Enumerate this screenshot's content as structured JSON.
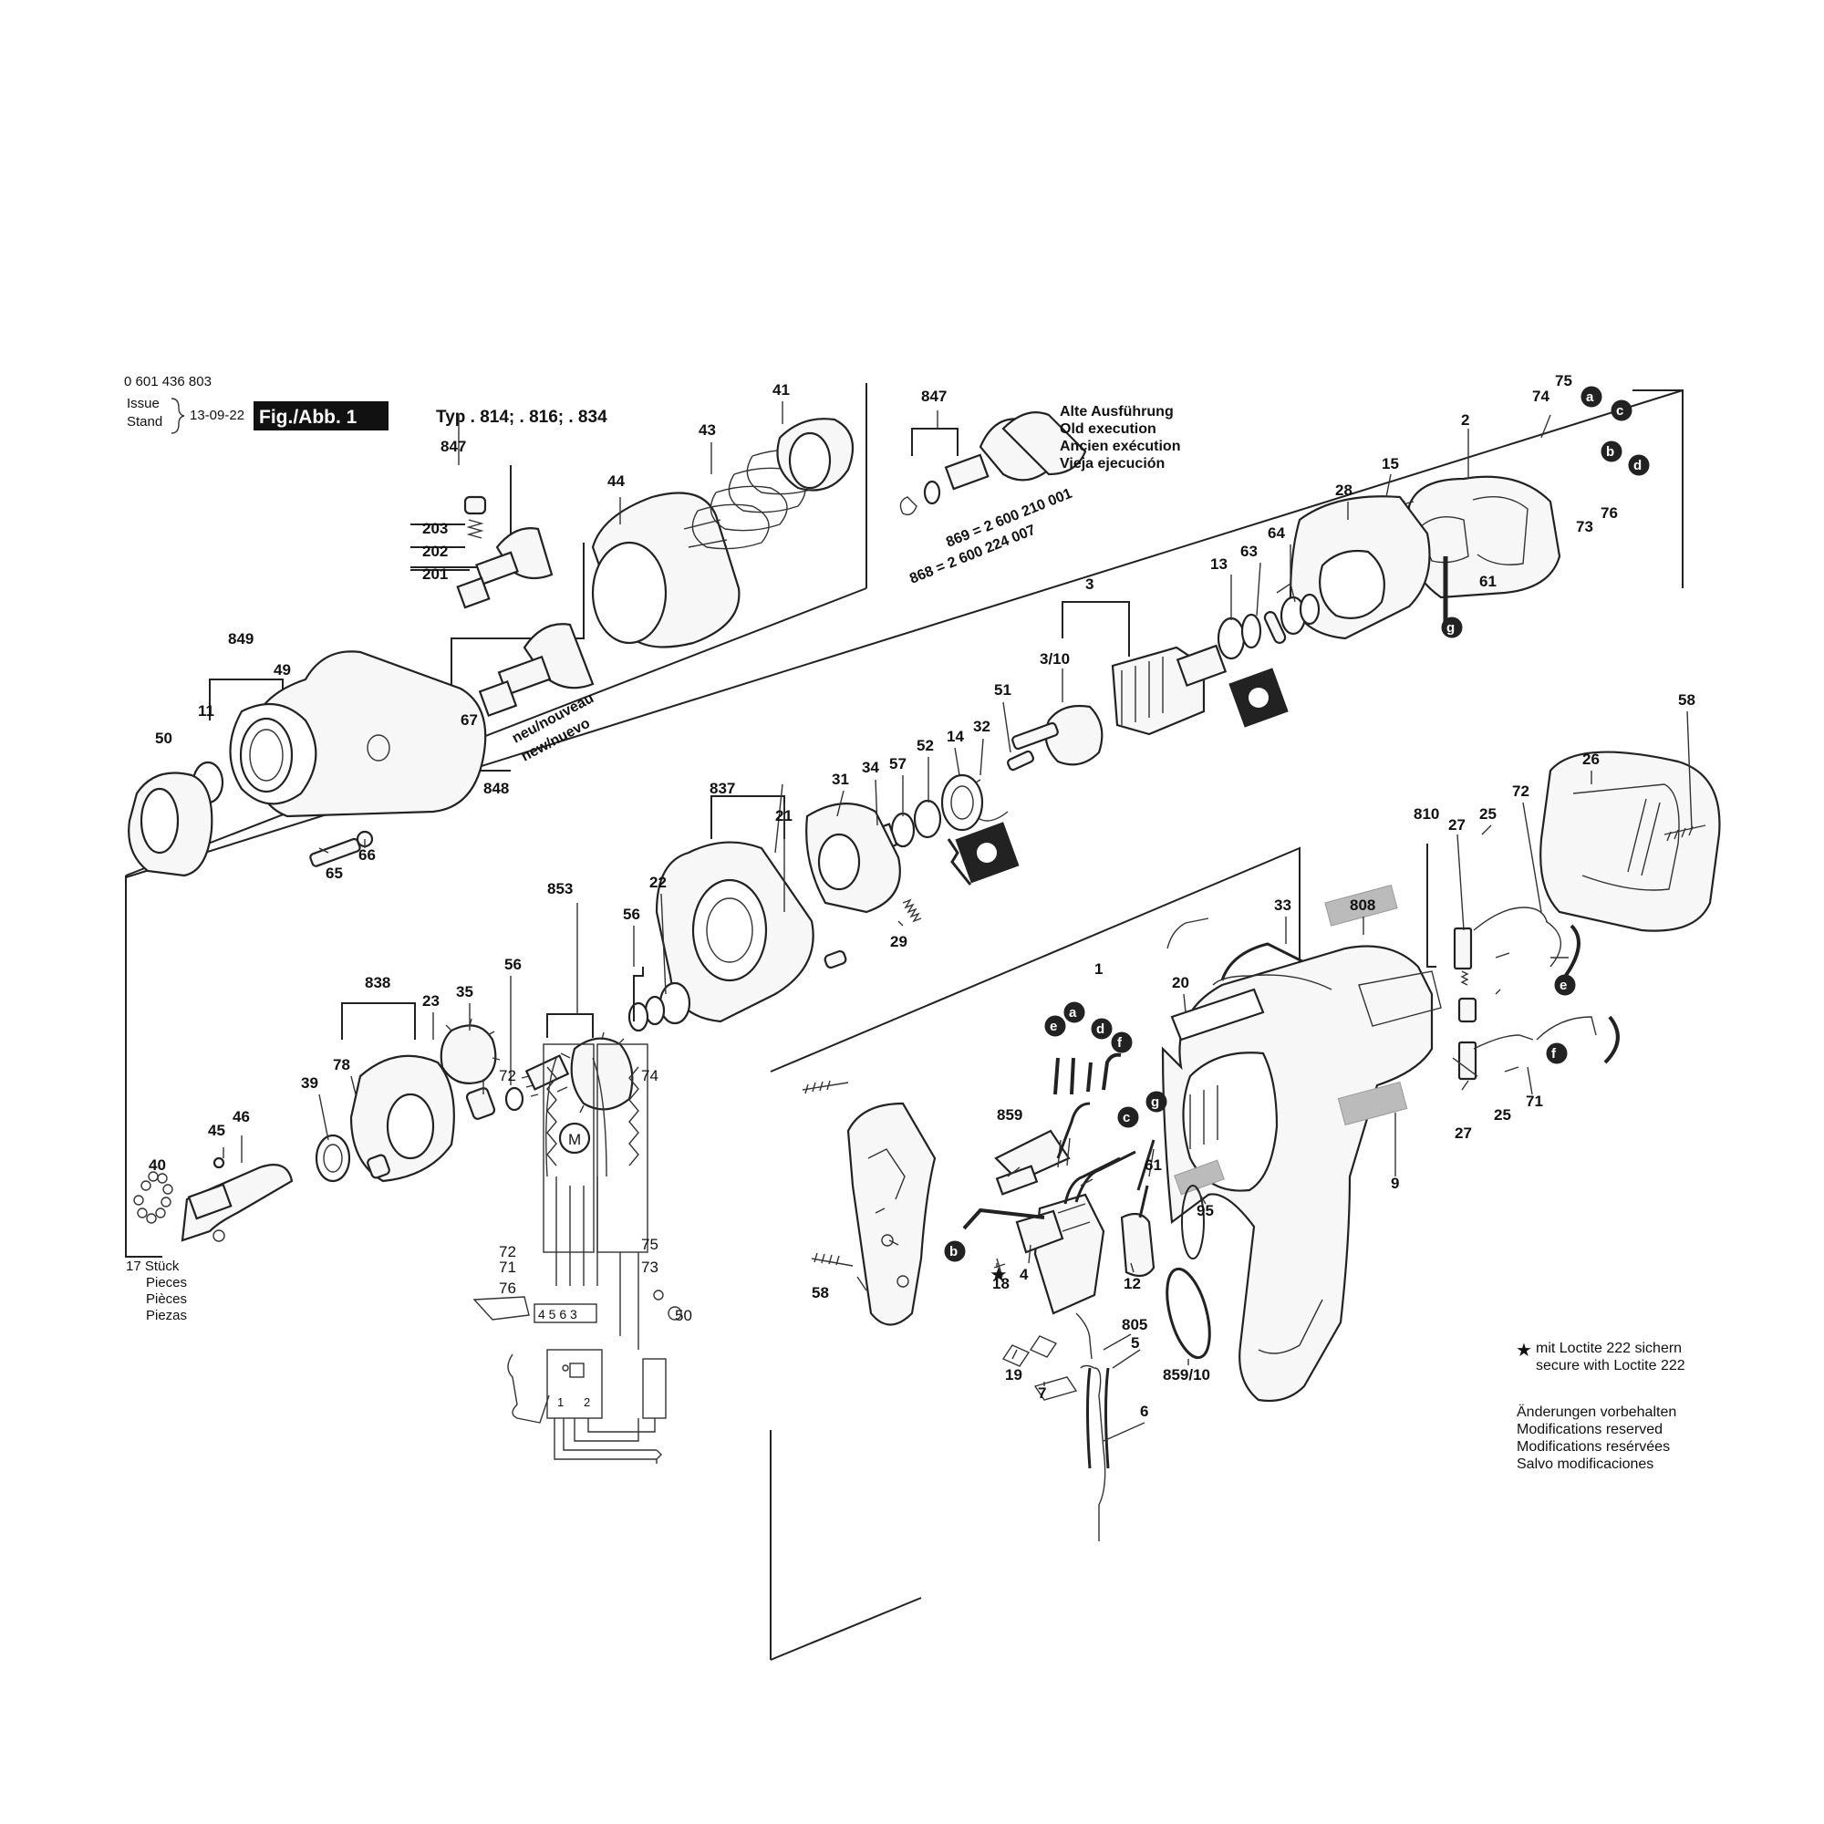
{
  "header": {
    "part_number": "0 601 436 803",
    "issue_label": "Issue",
    "stand_label": "Stand",
    "date": "13-09-22",
    "figure_label": "Fig./Abb. 1",
    "type_label": "Typ . 814; . 816; . 834"
  },
  "old_execution": {
    "de": "Alte Ausführung",
    "en": "Old execution",
    "fr": "Ancien exécution",
    "es": "Vieja ejecución",
    "code_869": "869 = 2 600 210 001",
    "code_868": "868 = 2 600 224 007"
  },
  "new_label": {
    "line1": "neu/nouveau",
    "line2": "new/nuevo"
  },
  "pieces_label": {
    "de": "17 Stück",
    "en": "Pieces",
    "fr": "Pièces",
    "es": "Piezas"
  },
  "loctite_note": {
    "de": "mit Loctite 222 sichern",
    "en": "secure with Loctite 222"
  },
  "modifications_note": {
    "de": "Änderungen vorbehalten",
    "en": "Modifications reserved",
    "fr": "Modifications resérvées",
    "es": "Salvo modificaciones"
  },
  "wiring": {
    "motor_symbol": "M",
    "terminals": "4 5 6 3",
    "switch_pins": [
      "1",
      "2"
    ]
  },
  "wire_labels": [
    "a",
    "b",
    "c",
    "d",
    "e",
    "f",
    "g"
  ],
  "part_labels": [
    "847",
    "203",
    "202",
    "201",
    "848",
    "67",
    "849",
    "49",
    "11",
    "50",
    "65",
    "66",
    "44",
    "43",
    "41",
    "847",
    "2",
    "74",
    "75",
    "15",
    "28",
    "73",
    "76",
    "61",
    "13",
    "63",
    "64",
    "3",
    "3/10",
    "51",
    "32",
    "14",
    "52",
    "57",
    "34",
    "31",
    "29",
    "837",
    "21",
    "22",
    "853",
    "56",
    "56",
    "838",
    "35",
    "23",
    "78",
    "39",
    "46",
    "45",
    "40",
    "58",
    "26",
    "72",
    "25",
    "27",
    "810",
    "808",
    "33",
    "1",
    "20",
    "9",
    "95",
    "71",
    "25",
    "27",
    "859",
    "61",
    "4",
    "18",
    "12",
    "58",
    "805",
    "5",
    "19",
    "7",
    "859/10",
    "6",
    "72",
    "74",
    "72",
    "71",
    "75",
    "73",
    "76",
    "50"
  ]
}
